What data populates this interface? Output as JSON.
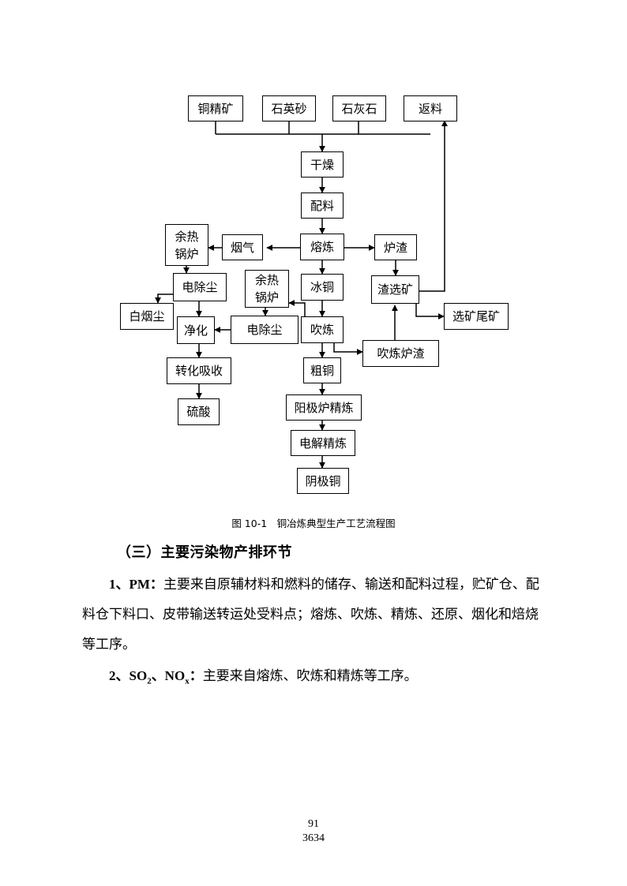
{
  "flowchart": {
    "nodes": {
      "copper_ore": "铜精矿",
      "quartz_sand": "石英砂",
      "limestone": "石灰石",
      "return_material": "返料",
      "drying": "干燥",
      "batching": "配料",
      "smelting": "熔炼",
      "flue_gas": "烟气",
      "waste_heat_boiler_1": "余热锅炉",
      "esp_1": "电除尘",
      "white_dust": "白烟尘",
      "purification": "净化",
      "conversion_absorption": "转化吸收",
      "sulfuric_acid": "硫酸",
      "furnace_slag": "炉渣",
      "slag_beneficiation": "渣选矿",
      "tailings": "选矿尾矿",
      "matte": "冰铜",
      "waste_heat_boiler_2": "余热锅炉",
      "esp_2": "电除尘",
      "converting": "吹炼",
      "converter_slag": "吹炼炉渣",
      "blister_copper": "粗铜",
      "anode_refining": "阳极炉精炼",
      "electrolytic_refining": "电解精炼",
      "cathode_copper": "阴极铜"
    }
  },
  "caption": "图 10-1　铜冶炼典型生产工艺流程图",
  "section_heading": "（三）主要污染物产排环节",
  "paragraphs": {
    "p1_label": "1、PM：",
    "p1_text": "主要来自原辅材料和燃料的储存、输送和配料过程，贮矿仓、配料仓下料口、皮带输送转运处受料点；熔炼、吹炼、精炼、还原、烟化和焙烧等工序。",
    "p2_label_a": "2、SO",
    "p2_sub_a": "2",
    "p2_label_b": "、NO",
    "p2_sub_b": "x",
    "p2_label_c": "：",
    "p2_text": "主要来自熔炼、吹炼和精炼等工序。"
  },
  "page_number": "91",
  "page_total": "3634"
}
